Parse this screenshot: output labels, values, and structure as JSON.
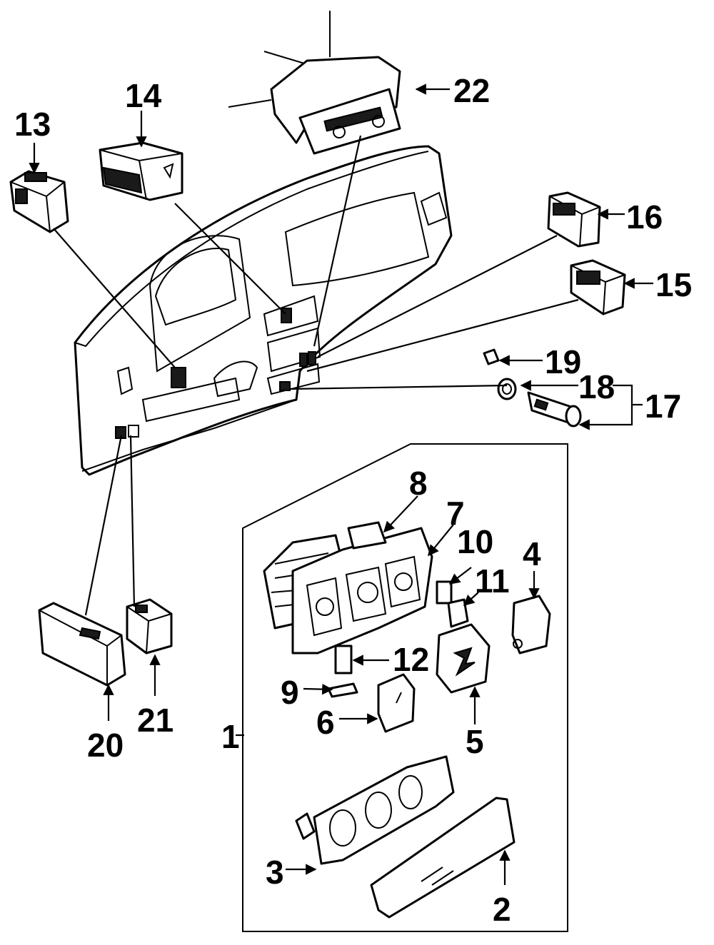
{
  "diagram": {
    "colors": {
      "ink": "#000000",
      "paper": "#ffffff"
    },
    "callouts": [
      {
        "id": "c1",
        "label": "1"
      },
      {
        "id": "c2",
        "label": "2"
      },
      {
        "id": "c3",
        "label": "3"
      },
      {
        "id": "c4",
        "label": "4"
      },
      {
        "id": "c5",
        "label": "5"
      },
      {
        "id": "c6",
        "label": "6"
      },
      {
        "id": "c7",
        "label": "7"
      },
      {
        "id": "c8",
        "label": "8"
      },
      {
        "id": "c9",
        "label": "9"
      },
      {
        "id": "c10",
        "label": "10"
      },
      {
        "id": "c11",
        "label": "11"
      },
      {
        "id": "c12",
        "label": "12"
      },
      {
        "id": "c13",
        "label": "13"
      },
      {
        "id": "c14",
        "label": "14"
      },
      {
        "id": "c15",
        "label": "15"
      },
      {
        "id": "c16",
        "label": "16"
      },
      {
        "id": "c17",
        "label": "17"
      },
      {
        "id": "c18",
        "label": "18"
      },
      {
        "id": "c19",
        "label": "19"
      },
      {
        "id": "c20",
        "label": "20"
      },
      {
        "id": "c21",
        "label": "21"
      },
      {
        "id": "c22",
        "label": "22"
      }
    ]
  }
}
